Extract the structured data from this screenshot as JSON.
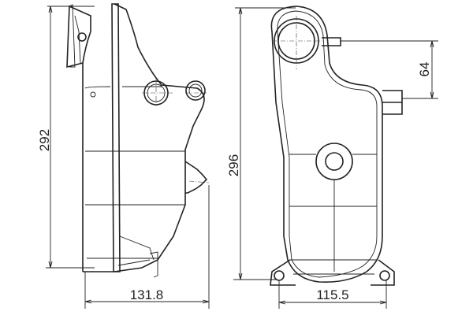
{
  "dimensions": {
    "side_height": "292",
    "side_width": "131.8",
    "front_height": "296",
    "front_width": "115.5",
    "outlet_offset": "64"
  }
}
